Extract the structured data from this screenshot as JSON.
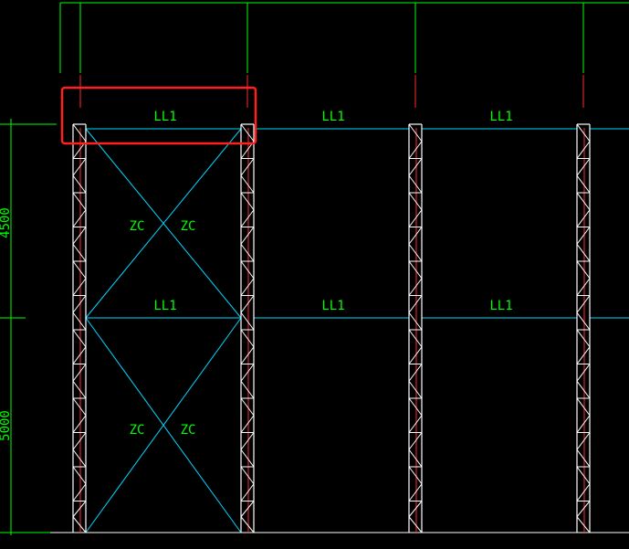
{
  "colors": {
    "background": "#000000",
    "dimension": "#00ff00",
    "beam": "#00d8ff",
    "column": "#ffffff",
    "column_accent": "#ff2a2a",
    "brace": "#00d8ff",
    "label": "#00ff00",
    "highlight": "#ff2020"
  },
  "dimensions": {
    "upper_height": "4500",
    "lower_height": "5000"
  },
  "beams": {
    "top_labels": [
      "LL1",
      "LL1",
      "LL1"
    ],
    "middle_labels": [
      "LL1",
      "LL1",
      "LL1"
    ]
  },
  "bracing": {
    "upper_left_label": "ZC",
    "upper_right_label": "ZC",
    "lower_left_label": "ZC",
    "lower_right_label": "ZC"
  }
}
